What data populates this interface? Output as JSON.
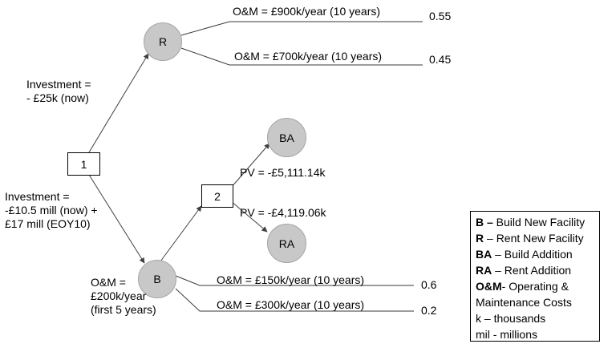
{
  "nodes": {
    "decision_1": "1",
    "decision_2": "2",
    "rent": "R",
    "build": "B",
    "build_addition": "BA",
    "rent_addition": "RA"
  },
  "labels": {
    "rent_investment": [
      "Investment =",
      "- £25k (now)"
    ],
    "build_investment": [
      "Investment =",
      "-£10.5 mill (now) +",
      "£17 mill (EOY10)"
    ],
    "build_om": [
      "O&M =",
      "£200k/year",
      "(first 5 years)"
    ],
    "rent_high": "O&M = £900k/year (10 years)",
    "rent_low": "O&M = £700k/year (10 years)",
    "build_low": "O&M = £150k/year (10 years)",
    "build_high": "O&M = £300k/year (10 years)",
    "pv_ba": "PV = -£5,111.14k",
    "pv_ra": "PV = -£4,119.06k"
  },
  "probabilities": {
    "rent_high": "0.55",
    "rent_low": "0.45",
    "build_low": "0.6",
    "build_high": "0.2"
  },
  "legend": [
    {
      "key": "B –",
      "text": " Build New Facility"
    },
    {
      "key": "R",
      "text": " – Rent New Facility"
    },
    {
      "key": "BA",
      "text": " – Build Addition"
    },
    {
      "key": "RA",
      "text": " – Rent Addition"
    },
    {
      "key": "O&M",
      "text": "- Operating &"
    },
    {
      "key": "",
      "text": "Maintenance Costs"
    },
    {
      "key": "",
      "text": "k – thousands"
    },
    {
      "key": "",
      "text": "mil - millions"
    }
  ],
  "colors": {
    "circle_fill": "#c8c8c8",
    "circle_stroke": "#a5a5a5",
    "line": "#404040",
    "branch_line": "#3a3a3a"
  }
}
